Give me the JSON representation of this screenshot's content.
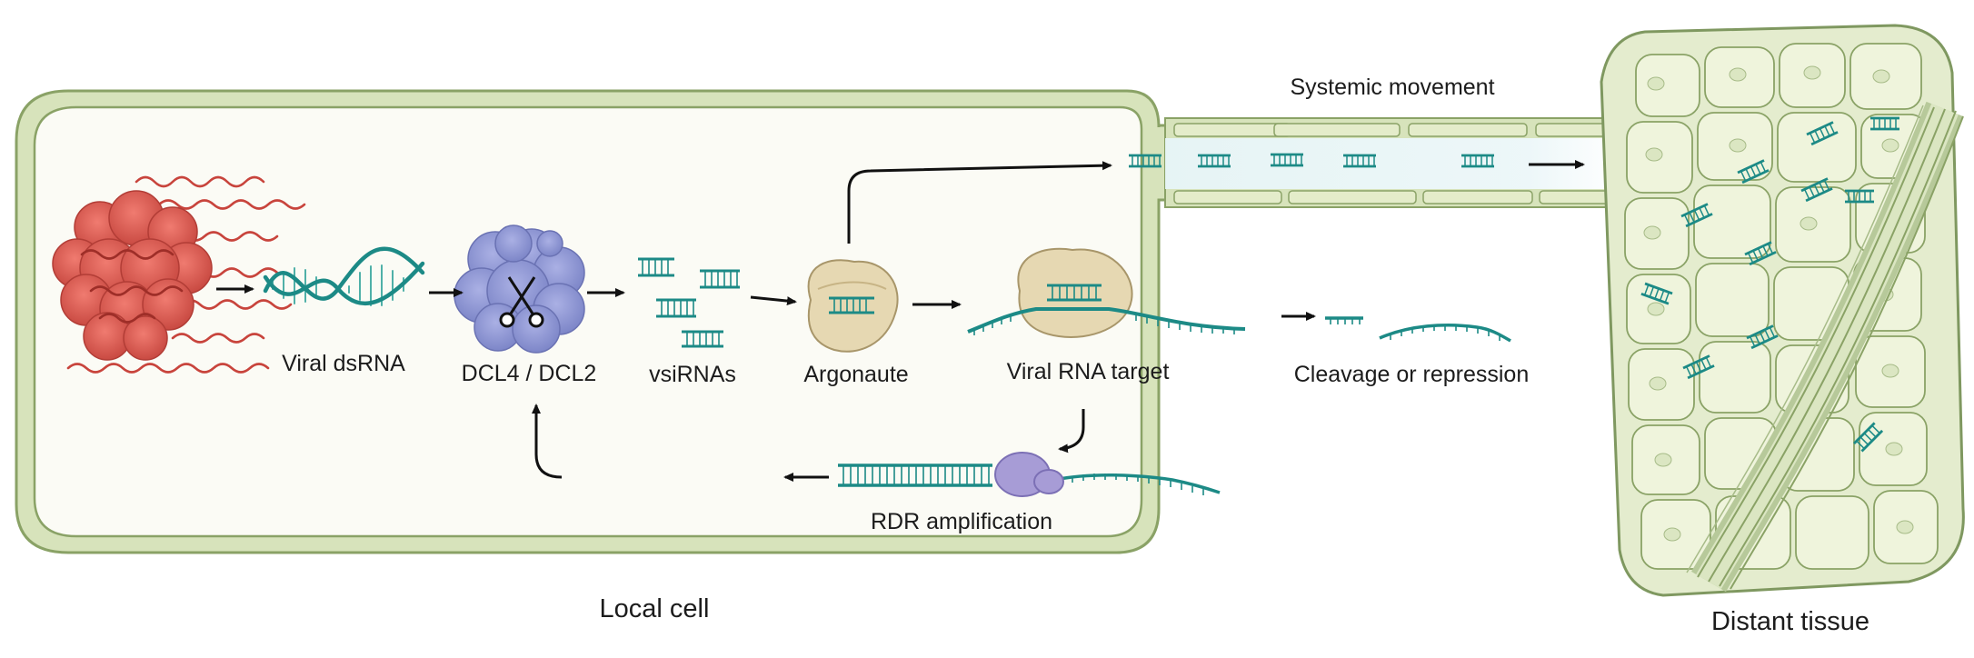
{
  "labels": {
    "viral_dsrna": "Viral dsRNA",
    "dicer": "DCL4 / DCL2",
    "vsirnas": "vsiRNAs",
    "argonaute": "Argonaute",
    "viral_rna_target": "Viral RNA target",
    "cleavage": "Cleavage or repression",
    "rdr": "RDR amplification",
    "systemic": "Systemic movement",
    "local_cell": "Local cell",
    "distant_tissue": "Distant tissue"
  },
  "icons": [
    "virus-particle-icon",
    "scissors-icon",
    "argonaute-protein-icon",
    "rdr-polymerase-icon"
  ],
  "colors": {
    "cell_wall": "#cfdcae",
    "cell_interior": "#fbfbf5",
    "rna_teal": "#1c8a86",
    "virus_red": "#d9544a",
    "dicer_blue": "#8f96d2",
    "argonaute_tan": "#e6d8b2",
    "rdr_purple": "#a79cd6",
    "tissue_green": "#e6eed1"
  }
}
